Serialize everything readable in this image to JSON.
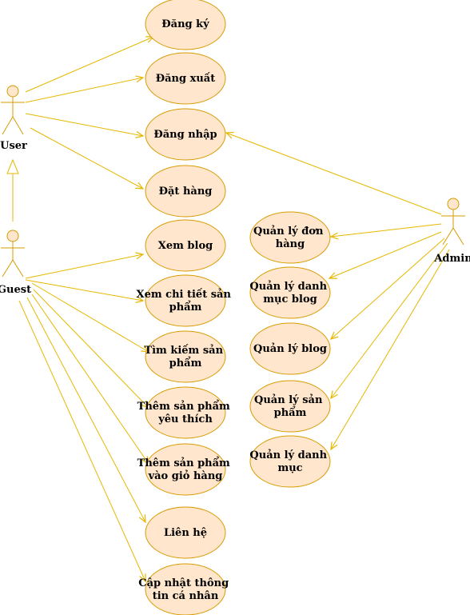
{
  "colors": {
    "stroke": "#d79b00",
    "fill": "#ffe6cc",
    "text": "#000000",
    "line": "#e6b800"
  },
  "actors": {
    "user": "User",
    "guest": "Guest",
    "admin": "Admin"
  },
  "usecases": {
    "dang_ky": [
      "Đăng ký"
    ],
    "dang_xuat": [
      "Đăng xuất"
    ],
    "dang_nhap": [
      "Đăng nhập"
    ],
    "dat_hang": [
      "Đặt hàng"
    ],
    "xem_blog": [
      "Xem blog"
    ],
    "xem_chi_tiet": [
      "Xem chi tiết sản",
      "phẩm"
    ],
    "tim_kiem": [
      "Tìm kiếm sản",
      "phẩm"
    ],
    "them_yeu_thich": [
      "Thêm sản phẩm",
      "yêu thích"
    ],
    "them_gio_hang": [
      "Thêm sản phẩm",
      "vào giỏ hàng"
    ],
    "lien_he": [
      "Liên hệ"
    ],
    "cap_nhat": [
      "Cập nhật thông",
      "tin cá nhân"
    ],
    "ql_don_hang": [
      "Quản lý đơn",
      "hàng"
    ],
    "ql_danh_muc_blog": [
      "Quản lý danh",
      "mục blog"
    ],
    "ql_blog": [
      "Quản lý blog"
    ],
    "ql_san_pham": [
      "Quản lý sản",
      "phẩm"
    ],
    "ql_danh_muc": [
      "Quản lý danh",
      "mục"
    ]
  }
}
